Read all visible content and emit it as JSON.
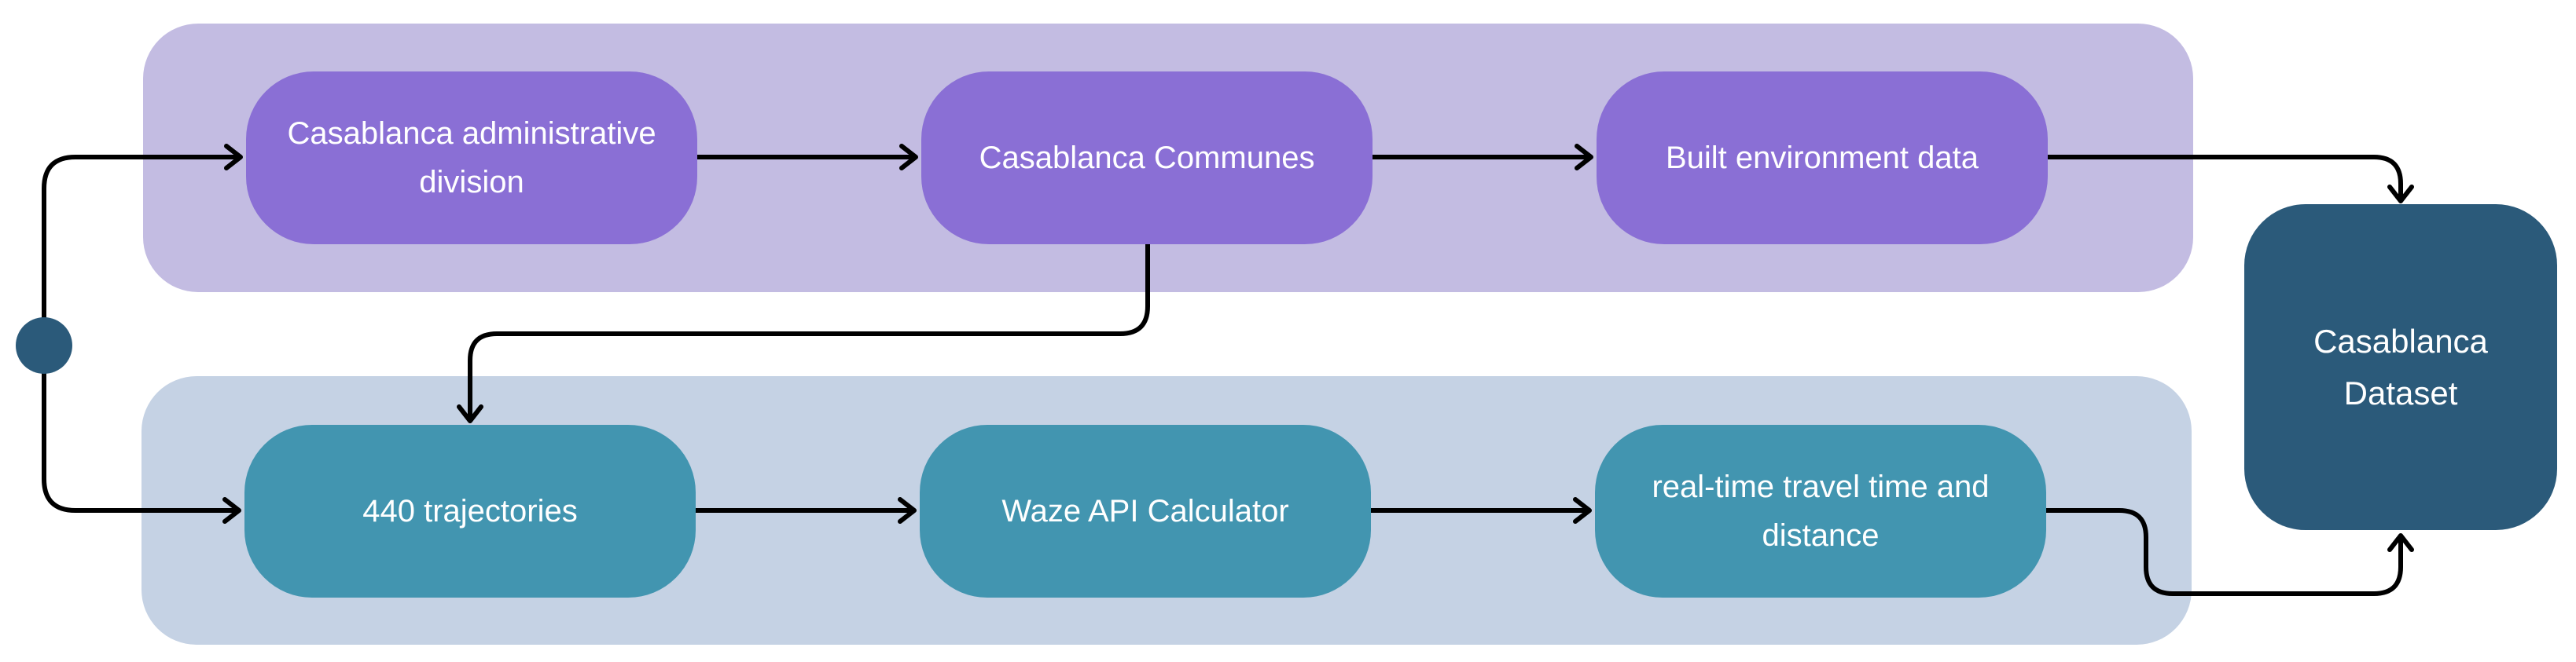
{
  "nodes": {
    "admin": "Casablanca administrative division",
    "communes": "Casablanca Communes",
    "built": "Built environment data",
    "trajectories": "440 trajectories",
    "waze": "Waze API Calculator",
    "realtime": "real-time travel time and distance",
    "dataset": "Casablanca Dataset"
  },
  "colors": {
    "top_lane": "#c3bce2",
    "bottom_lane": "#c5d2e4",
    "purple_node": "#8a6fd5",
    "teal_node": "#4295b0",
    "dataset_node": "#2b5a7a",
    "connector": "#000000"
  }
}
